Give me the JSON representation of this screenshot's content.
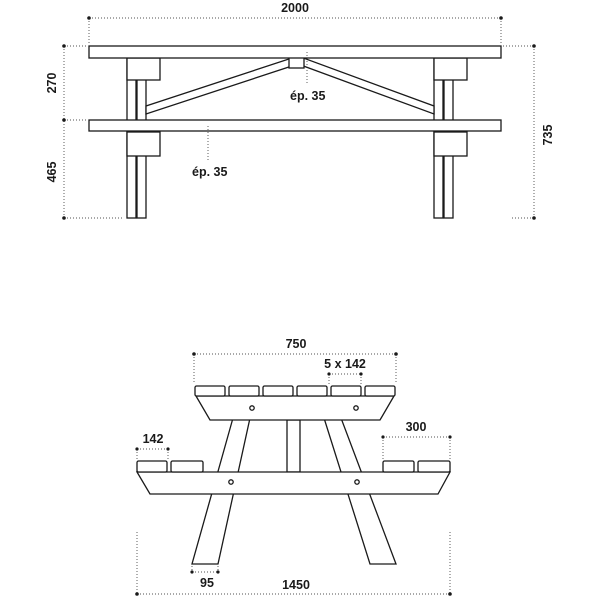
{
  "top_view": {
    "width_label": "2000",
    "top_height_label": "270",
    "seat_height_label": "465",
    "total_height_label": "735",
    "top_thickness_label": "ép. 35",
    "seat_thickness_label": "ép. 35"
  },
  "end_view": {
    "top_depth_label": "750",
    "plank_count_label": "5 x 142",
    "seat_plank_label": "142",
    "seat_depth_label": "300",
    "leg_width_label": "95",
    "overall_depth_label": "1450"
  }
}
